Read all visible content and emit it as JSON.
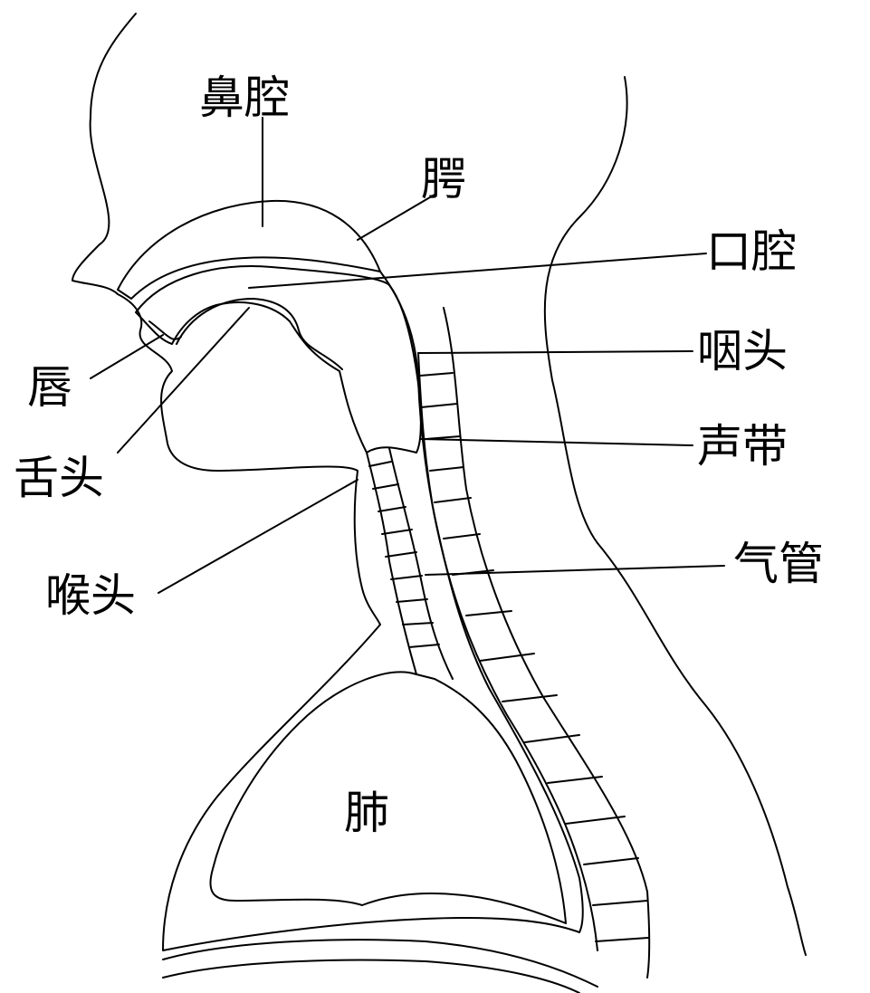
{
  "labels": {
    "nasal_cavity": "鼻腔",
    "palate": "腭",
    "oral_cavity": "口腔",
    "pharynx": "咽头",
    "vocal_cords": "声带",
    "trachea": "气管",
    "lips": "唇",
    "tongue": "舌头",
    "larynx": "喉头",
    "lung": "肺"
  },
  "colors": {
    "line": "#000000",
    "background": "#ffffff"
  }
}
